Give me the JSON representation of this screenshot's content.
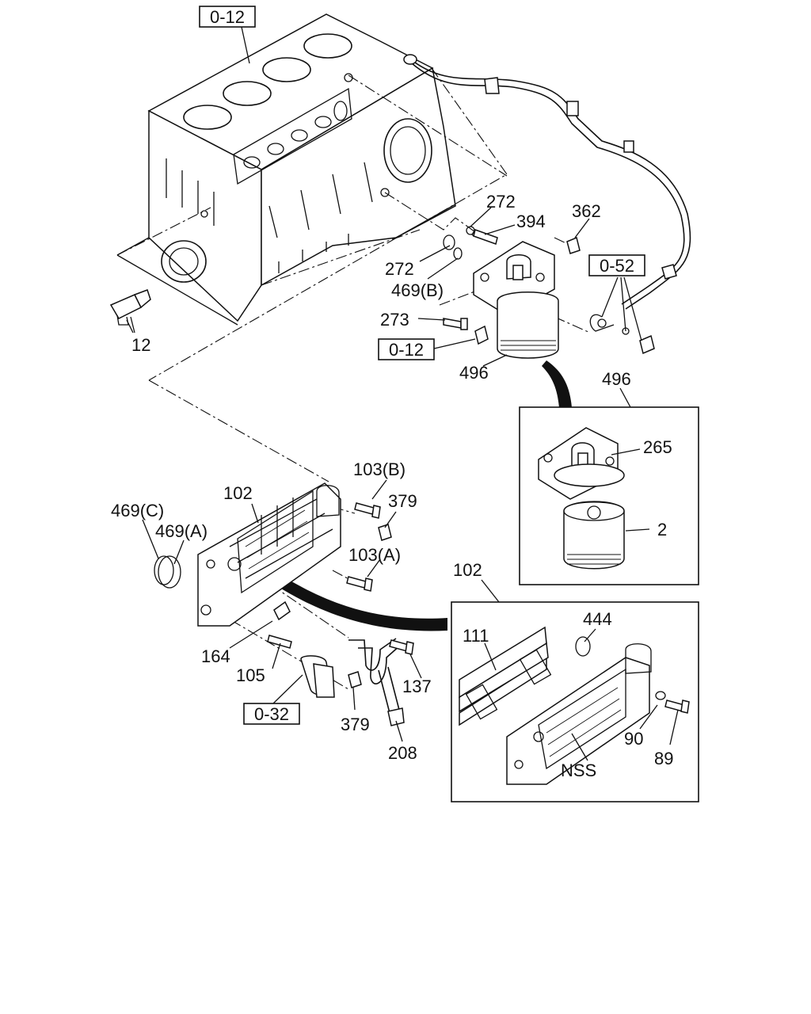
{
  "colors": {
    "ink": "#111111",
    "background": "#ffffff"
  },
  "refs": {
    "ref_0_12_top": "0-12",
    "ref_0_52": "0-52",
    "ref_0_12_mid": "0-12",
    "ref_0_32": "0-32"
  },
  "labels": {
    "p272_a": "272",
    "p394": "394",
    "p362": "362",
    "p272_b": "272",
    "p469b": "469(B)",
    "p273": "273",
    "p12": "12",
    "p496_a": "496",
    "p496_b": "496",
    "p265": "265",
    "p2": "2",
    "p103b": "103(B)",
    "p102_a": "102",
    "p379_a": "379",
    "p469c": "469(C)",
    "p469a": "469(A)",
    "p103a": "103(A)",
    "p102_b": "102",
    "p444": "444",
    "p111": "111",
    "p164": "164",
    "p105": "105",
    "p137": "137",
    "p379_b": "379",
    "p208": "208",
    "p90": "90",
    "p89": "89",
    "pNSS": "NSS"
  }
}
